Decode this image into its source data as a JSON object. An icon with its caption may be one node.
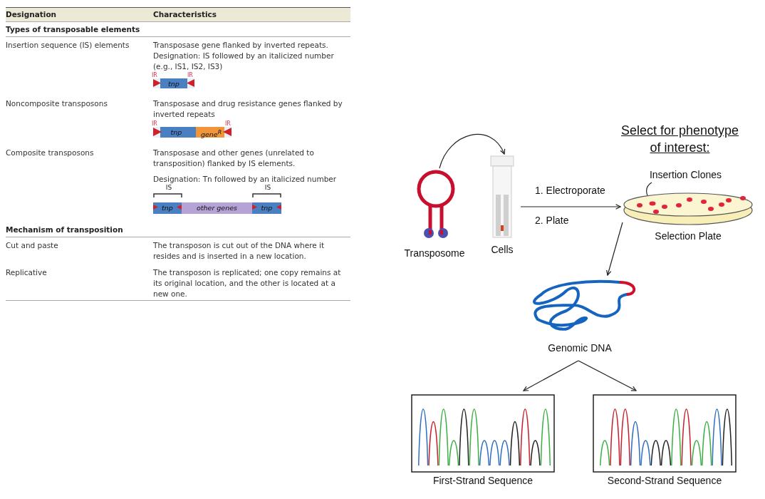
{
  "diagram": {
    "nodes": [
      {
        "text": [
          "Transposome"
        ]
      },
      {
        "text": [
          "Cells"
        ]
      },
      {
        "text": [
          "Selection Plate"
        ]
      },
      {
        "text": [
          "Insertion Clones"
        ]
      },
      {
        "text": [],
        "shape": "circle",
        "in": 2
      },
      {
        "text": [
          "Genomic DNA"
        ]
      },
      {
        "text": [
          "First-Strand Sequence"
        ]
      },
      {
        "text": [
          "Second-Strand Sequence"
        ]
      }
    ],
    "edges": [
      {
        "from": 0,
        "to": 1,
        "arrow": "to"
      },
      {
        "from": 1,
        "to": 2,
        "arrow": "to",
        "label": "1. Electroporate"
      },
      {
        "from": 3,
        "to": 4,
        "arrow": "none"
      },
      {
        "from": 2,
        "to": 5,
        "arrow": "to"
      },
      {
        "from": 5,
        "to": 6,
        "arrow": "to"
      },
      {
        "from": 5,
        "to": 7,
        "arrow": "to"
      }
    ],
    "labels": [
      "Designation",
      "Characteristics",
      "Types of transposable elements",
      "Insertion sequence (IS) elements",
      "Transposase gene flanked by inverted repeats. Designation: IS followed by an italicized number (e.g., IS1, IS2, IS3)",
      "IR",
      "tnp",
      "IR",
      "Noncomposite transposons",
      "Transposase and drug resistance genes flanked by inverted repeats",
      "IR",
      "tnp",
      "gene$^{R}$",
      "IR",
      "Composite transposons",
      "Transposase and other genes (unrelated to transposition) flanked by IS elements.",
      "Designation: Tn followed by an italicized number",
      "IS",
      "IS",
      "tnp",
      "other genes",
      "tnp",
      "Mechanism of transposition",
      "Cut and paste",
      "The transposon is cut out of the DNA where it resides and is inserted in a new location.",
      "Replicative",
      "The transposon is replicated; one copy remains at its original location, and the other is located at a new one.",
      "Select for phenotype of interest:",
      "2. Plate"
    ]
  }
}
